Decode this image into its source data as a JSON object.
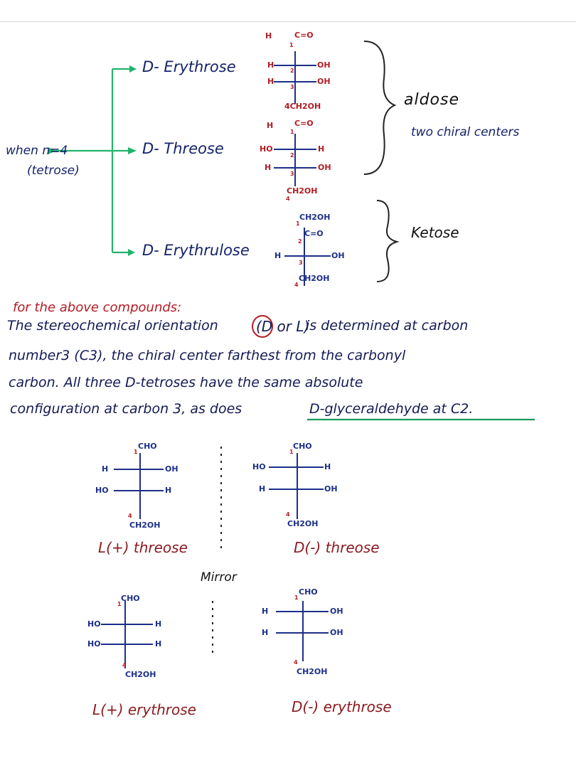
{
  "tree": {
    "root_label": "when n=4",
    "root_sublabel": "(tetrose)",
    "branches": [
      {
        "name": "D- Erythrose"
      },
      {
        "name": "D- Threose"
      },
      {
        "name": "D- Erythrulose"
      }
    ]
  },
  "structures": {
    "erythrose": {
      "c1_h": "H",
      "c1_cho": "C=O",
      "n1": "1",
      "c2_left": "H",
      "c2_right": "OH",
      "n2": "2",
      "c3_left": "H",
      "c3_right": "OH",
      "n3": "3",
      "c4": "4CH2OH"
    },
    "threose": {
      "c1_h": "H",
      "c1_cho": "C=O",
      "n1": "1",
      "c2_left": "HO",
      "c2_right": "H",
      "n2": "2",
      "c3_left": "H",
      "c3_right": "OH",
      "n3": "3",
      "c4": "CH2OH",
      "n4": "4"
    },
    "erythrulose": {
      "c1": "CH2OH",
      "n1": "1",
      "c2": "C=O",
      "n2": "2",
      "c3_left": "H",
      "c3_right": "OH",
      "n3": "3",
      "c4": "CH2OH",
      "n4": "4"
    }
  },
  "classes": {
    "aldose": "aldose",
    "chiral_note": "two chiral centers",
    "ketose": "Ketose"
  },
  "paragraph": {
    "heading": "for the above compounds:",
    "line1_a": "The stereochemical orientation",
    "line1_dl": "(D or L)",
    "line1_b": "is determined at carbon",
    "line2": "number3 (C3), the chiral center farthest from the carbonyl",
    "line3": "carbon. All three D-tetroses have the same absolute",
    "line4_a": "configuration at carbon 3, as does",
    "line4_b": "D-glyceraldehyde at C2."
  },
  "enantiomers": {
    "mirror_label": "Mirror",
    "l_threose": {
      "c1": "CHO",
      "n1": "1",
      "c2_left": "H",
      "c2_right": "OH",
      "c3_left": "HO",
      "c3_right": "H",
      "c4": "CH2OH",
      "n4": "4",
      "caption": "L(+) threose"
    },
    "d_threose": {
      "c1": "CHO",
      "n1": "1",
      "c2_left": "HO",
      "c2_right": "H",
      "c3_left": "H",
      "c3_right": "OH",
      "c4": "CH2OH",
      "n4": "4",
      "caption": "D(-) threose"
    },
    "l_erythrose": {
      "c1": "CHO",
      "n1": "1",
      "c2_left": "HO",
      "c2_right": "H",
      "c3_left": "HO",
      "c3_right": "H",
      "c4": "CH2OH",
      "n4": "4",
      "caption": "L(+) erythrose"
    },
    "d_erythrose": {
      "c1": "CHO",
      "n1": "1",
      "c2_left": "H",
      "c2_right": "OH",
      "c3_left": "H",
      "c3_right": "OH",
      "c4": "CH2OH",
      "n4": "4",
      "caption": "D(-) erythrose"
    }
  }
}
